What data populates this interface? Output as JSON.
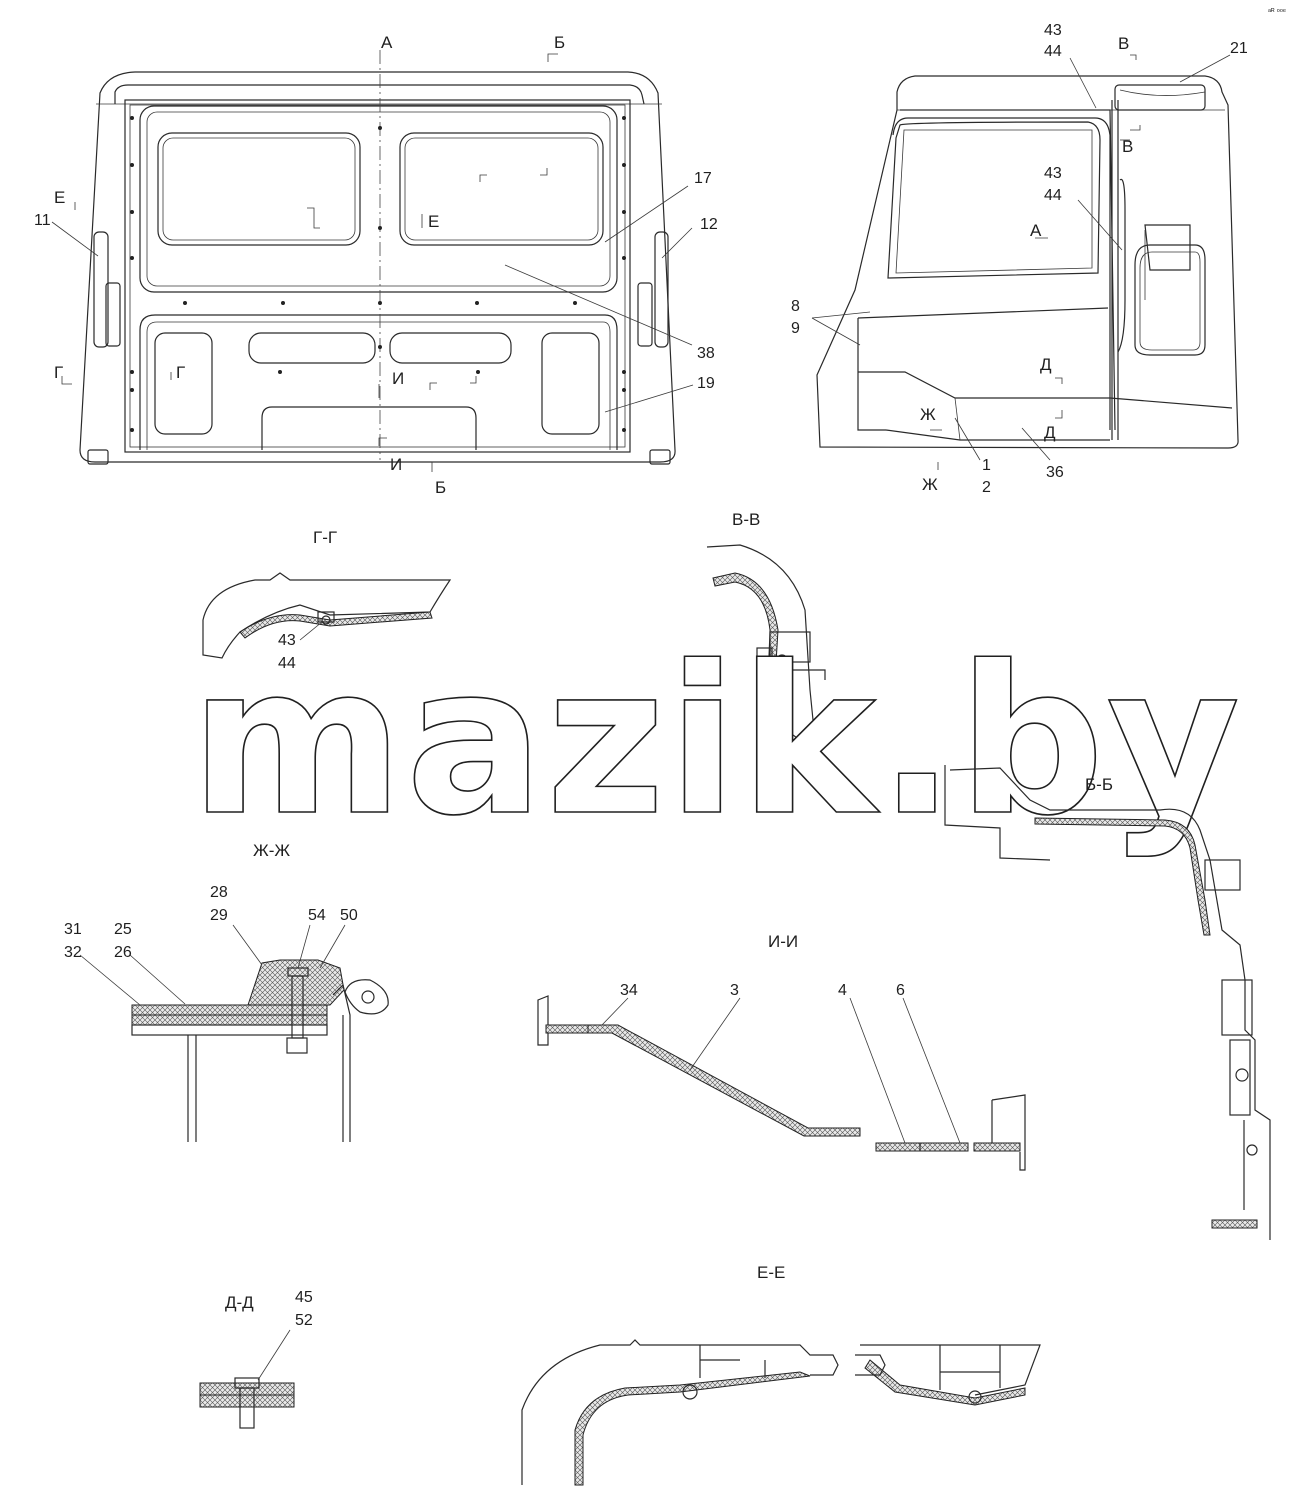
{
  "watermark": "mazik.by",
  "corner_mark": "ᵃᴿ ᵒᵒᵉ",
  "views": {
    "rear": {
      "cut_marks": [
        "А",
        "Б",
        "Б",
        "Е",
        "Е",
        "Г",
        "Г",
        "И",
        "И"
      ],
      "callouts": [
        "11",
        "12",
        "17",
        "38",
        "19"
      ]
    },
    "side": {
      "cut_marks": [
        "В",
        "В",
        "А",
        "Д",
        "Д",
        "Ж",
        "Ж"
      ],
      "callouts": [
        "43",
        "44",
        "43",
        "44",
        "21",
        "8",
        "9",
        "1",
        "2",
        "36"
      ]
    }
  },
  "sections": {
    "g_g": {
      "title": "Г-Г",
      "callouts": [
        "43",
        "44"
      ]
    },
    "v_v": {
      "title": "В-В"
    },
    "b_b": {
      "title": "Б-Б"
    },
    "zh_zh": {
      "title": "Ж-Ж",
      "callouts": [
        "28",
        "29",
        "31",
        "32",
        "25",
        "26",
        "54",
        "50"
      ]
    },
    "i_i": {
      "title": "И-И",
      "callouts": [
        "34",
        "3",
        "4",
        "6"
      ]
    },
    "d_d": {
      "title": "Д-Д",
      "callouts": [
        "45",
        "52"
      ]
    },
    "e_e": {
      "title": "Е-Е"
    }
  }
}
